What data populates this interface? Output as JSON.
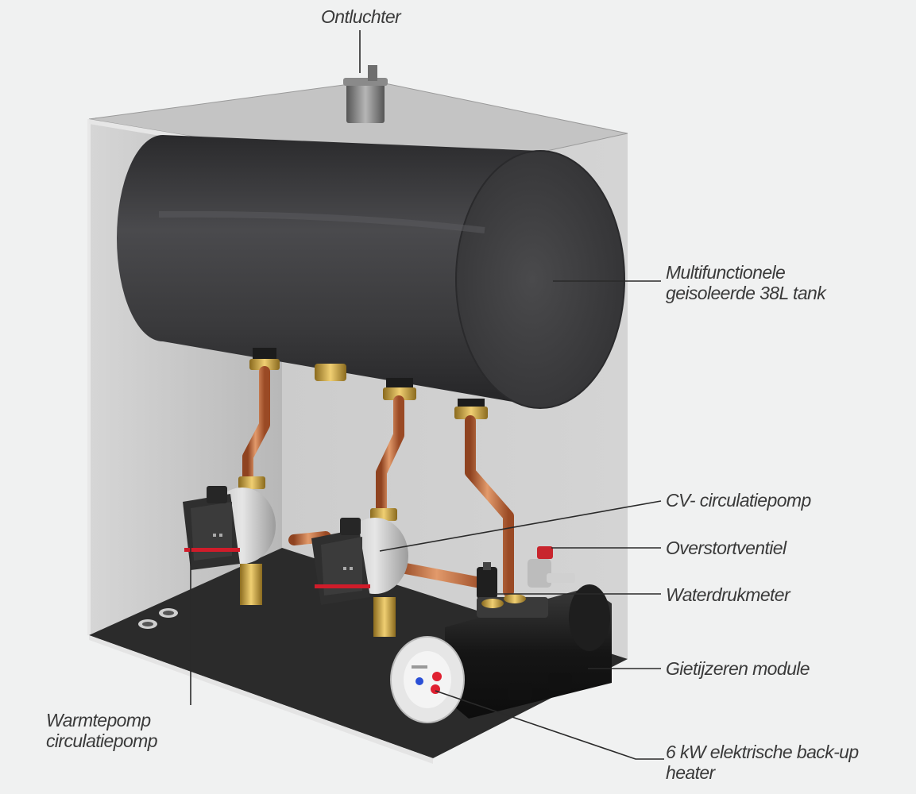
{
  "labels": {
    "ontluchter": "Ontluchter",
    "tank_line1": "Multifunctionele",
    "tank_line2": "geisoleerde 38L tank",
    "cv_pomp": "CV- circulatiepomp",
    "overstort": "Overstortventiel",
    "waterdruk": "Waterdrukmeter",
    "gietijzer": "Gietijzeren module",
    "heater_line1": "6 kW elektrische back-up",
    "heater_line2": "heater",
    "wp_line1": "Warmtepomp",
    "wp_line2": "circulatiepomp"
  },
  "colors": {
    "background": "#f0f1f1",
    "label_text": "#3a3a3a",
    "leader_line": "#2a2a2a",
    "tank": "#3b3b3d",
    "copper": "#c06a3c",
    "brass": "#c9a24a",
    "pump_red": "#d01c2a"
  }
}
